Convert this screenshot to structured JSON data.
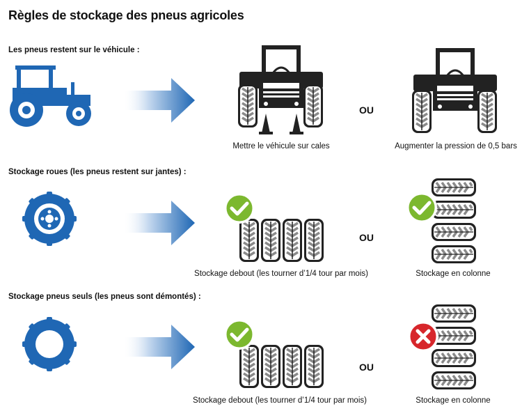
{
  "title": "Règles de stockage des pneus agricoles",
  "separator": "OU",
  "colors": {
    "blue": "#1f67b4",
    "arrow_dark": "#1f67b4",
    "arrow_light": "#e8f0fa",
    "tire": "#222222",
    "tread": "#8a8a8a",
    "check": "#7cb82f",
    "cross": "#d7262b"
  },
  "sections": [
    {
      "label": "Les pneus restent sur le véhicule :",
      "icon": "tractor-icon",
      "option_a": {
        "caption": "Mettre le véhicule sur cales",
        "icon": "tractor-on-stands-icon"
      },
      "option_b": {
        "caption": "Augmenter la pression de 0,5 bars",
        "icon": "tractor-front-icon"
      }
    },
    {
      "label": "Stockage roues (les pneus restent sur jantes) :",
      "icon": "wheel-with-rim-icon",
      "option_a": {
        "caption": "Stockage debout (les tourner d’1/4 tour par mois)",
        "icon": "upright-tires-icon",
        "badge": "check"
      },
      "option_b": {
        "caption": "Stockage en colonne",
        "icon": "stacked-tires-icon",
        "badge": "check"
      }
    },
    {
      "label": "Stockage pneus seuls (les pneus sont démontés) :",
      "icon": "tire-only-icon",
      "option_a": {
        "caption": "Stockage debout (les tourner d’1/4 tour par mois)",
        "icon": "upright-tires-icon",
        "badge": "check"
      },
      "option_b": {
        "caption": "Stockage en colonne",
        "icon": "stacked-tires-icon",
        "badge": "cross"
      }
    }
  ]
}
